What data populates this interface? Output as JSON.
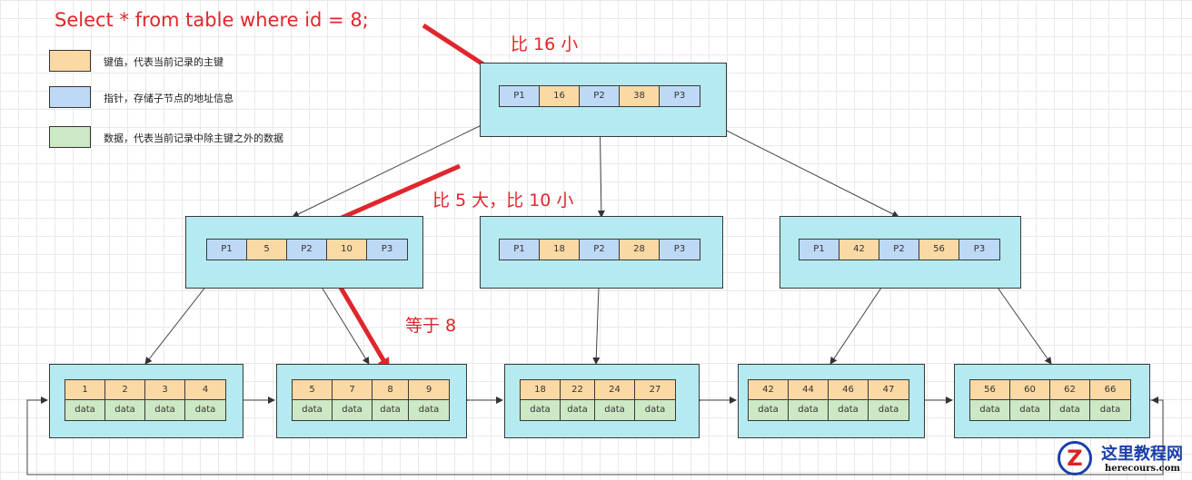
{
  "query": "Select * from table where id = 8;",
  "legend": [
    {
      "text": "键值，代表当前记录的主键",
      "color": "#fbd9a4"
    },
    {
      "text": "指针，存储子节点的地址信息",
      "color": "#bed9f6"
    },
    {
      "text": "数据，代表当前记录中除主键之外的数据",
      "color": "#cde8c4"
    }
  ],
  "annotations": {
    "root_note": "比 16 小",
    "mid_note": "比 5 大，比 10 小",
    "leaf_note": "等于 8"
  },
  "tree": {
    "root": {
      "cells": [
        "P1",
        "16",
        "P2",
        "38",
        "P3"
      ]
    },
    "internal": [
      {
        "cells": [
          "P1",
          "5",
          "P2",
          "10",
          "P3"
        ]
      },
      {
        "cells": [
          "P1",
          "18",
          "P2",
          "28",
          "P3"
        ]
      },
      {
        "cells": [
          "P1",
          "42",
          "P2",
          "56",
          "P3"
        ]
      }
    ],
    "leaves": [
      {
        "keys": [
          "1",
          "2",
          "3",
          "4"
        ],
        "data": [
          "data",
          "data",
          "data",
          "data"
        ]
      },
      {
        "keys": [
          "5",
          "7",
          "8",
          "9"
        ],
        "data": [
          "data",
          "data",
          "data",
          "data"
        ]
      },
      {
        "keys": [
          "18",
          "22",
          "24",
          "27"
        ],
        "data": [
          "data",
          "data",
          "data",
          "data"
        ]
      },
      {
        "keys": [
          "42",
          "44",
          "46",
          "47"
        ],
        "data": [
          "data",
          "data",
          "data",
          "data"
        ]
      },
      {
        "keys": [
          "56",
          "60",
          "62",
          "66"
        ],
        "data": [
          "data",
          "data",
          "data",
          "data"
        ]
      }
    ]
  },
  "watermark": {
    "logo_letter": "Z",
    "site_name": "这里教程网",
    "site_url": "herecours.com"
  },
  "colors": {
    "node_bg": "#b4eaf0",
    "pointer": "#bed9f6",
    "key": "#fbd9a4",
    "data": "#cde8c4",
    "highlight_arrow": "#e0262d"
  }
}
